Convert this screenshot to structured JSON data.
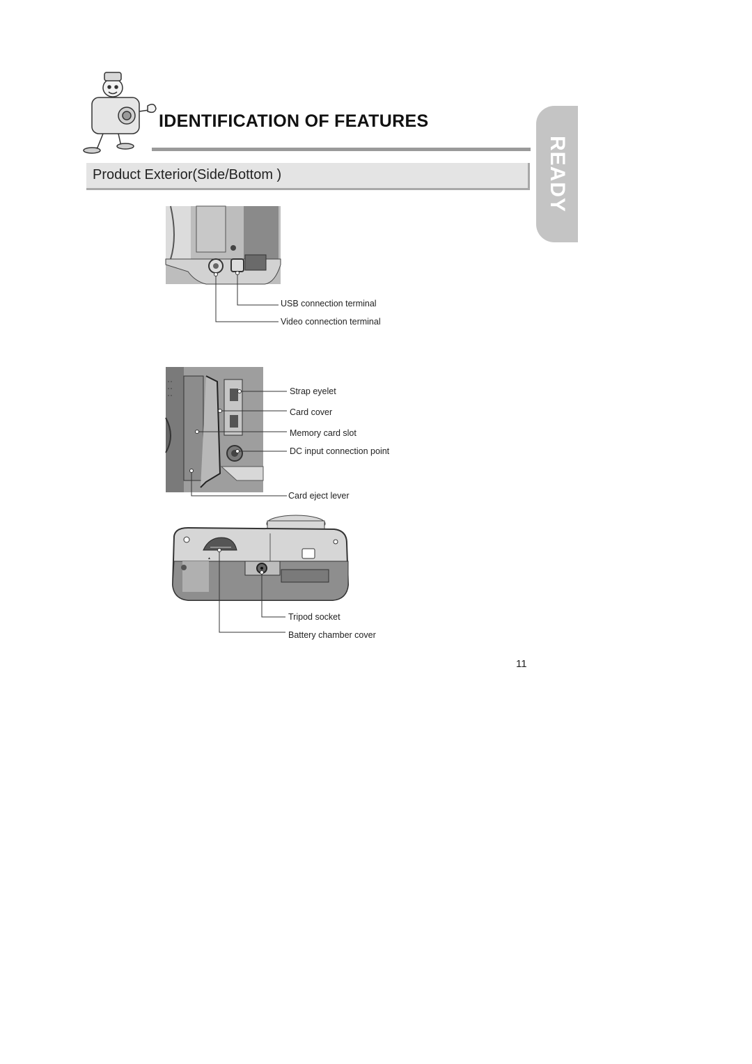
{
  "header": {
    "title": "IDENTIFICATION OF FEATURES",
    "subtitle": "Product Exterior(Side/Bottom )"
  },
  "side_tab": {
    "label": "READY"
  },
  "figures": [
    {
      "name": "side-view-terminals",
      "callouts": [
        {
          "label": "USB connection terminal"
        },
        {
          "label": "Video connection terminal"
        }
      ]
    },
    {
      "name": "side-view-card-slot",
      "callouts": [
        {
          "label": "Strap eyelet"
        },
        {
          "label": "Card cover"
        },
        {
          "label": "Memory card slot"
        },
        {
          "label": "DC input connection point"
        },
        {
          "label": "Card eject lever"
        }
      ]
    },
    {
      "name": "bottom-view",
      "callouts": [
        {
          "label": "Tripod socket"
        },
        {
          "label": "Battery chamber cover"
        }
      ]
    }
  ],
  "page_number": "11"
}
